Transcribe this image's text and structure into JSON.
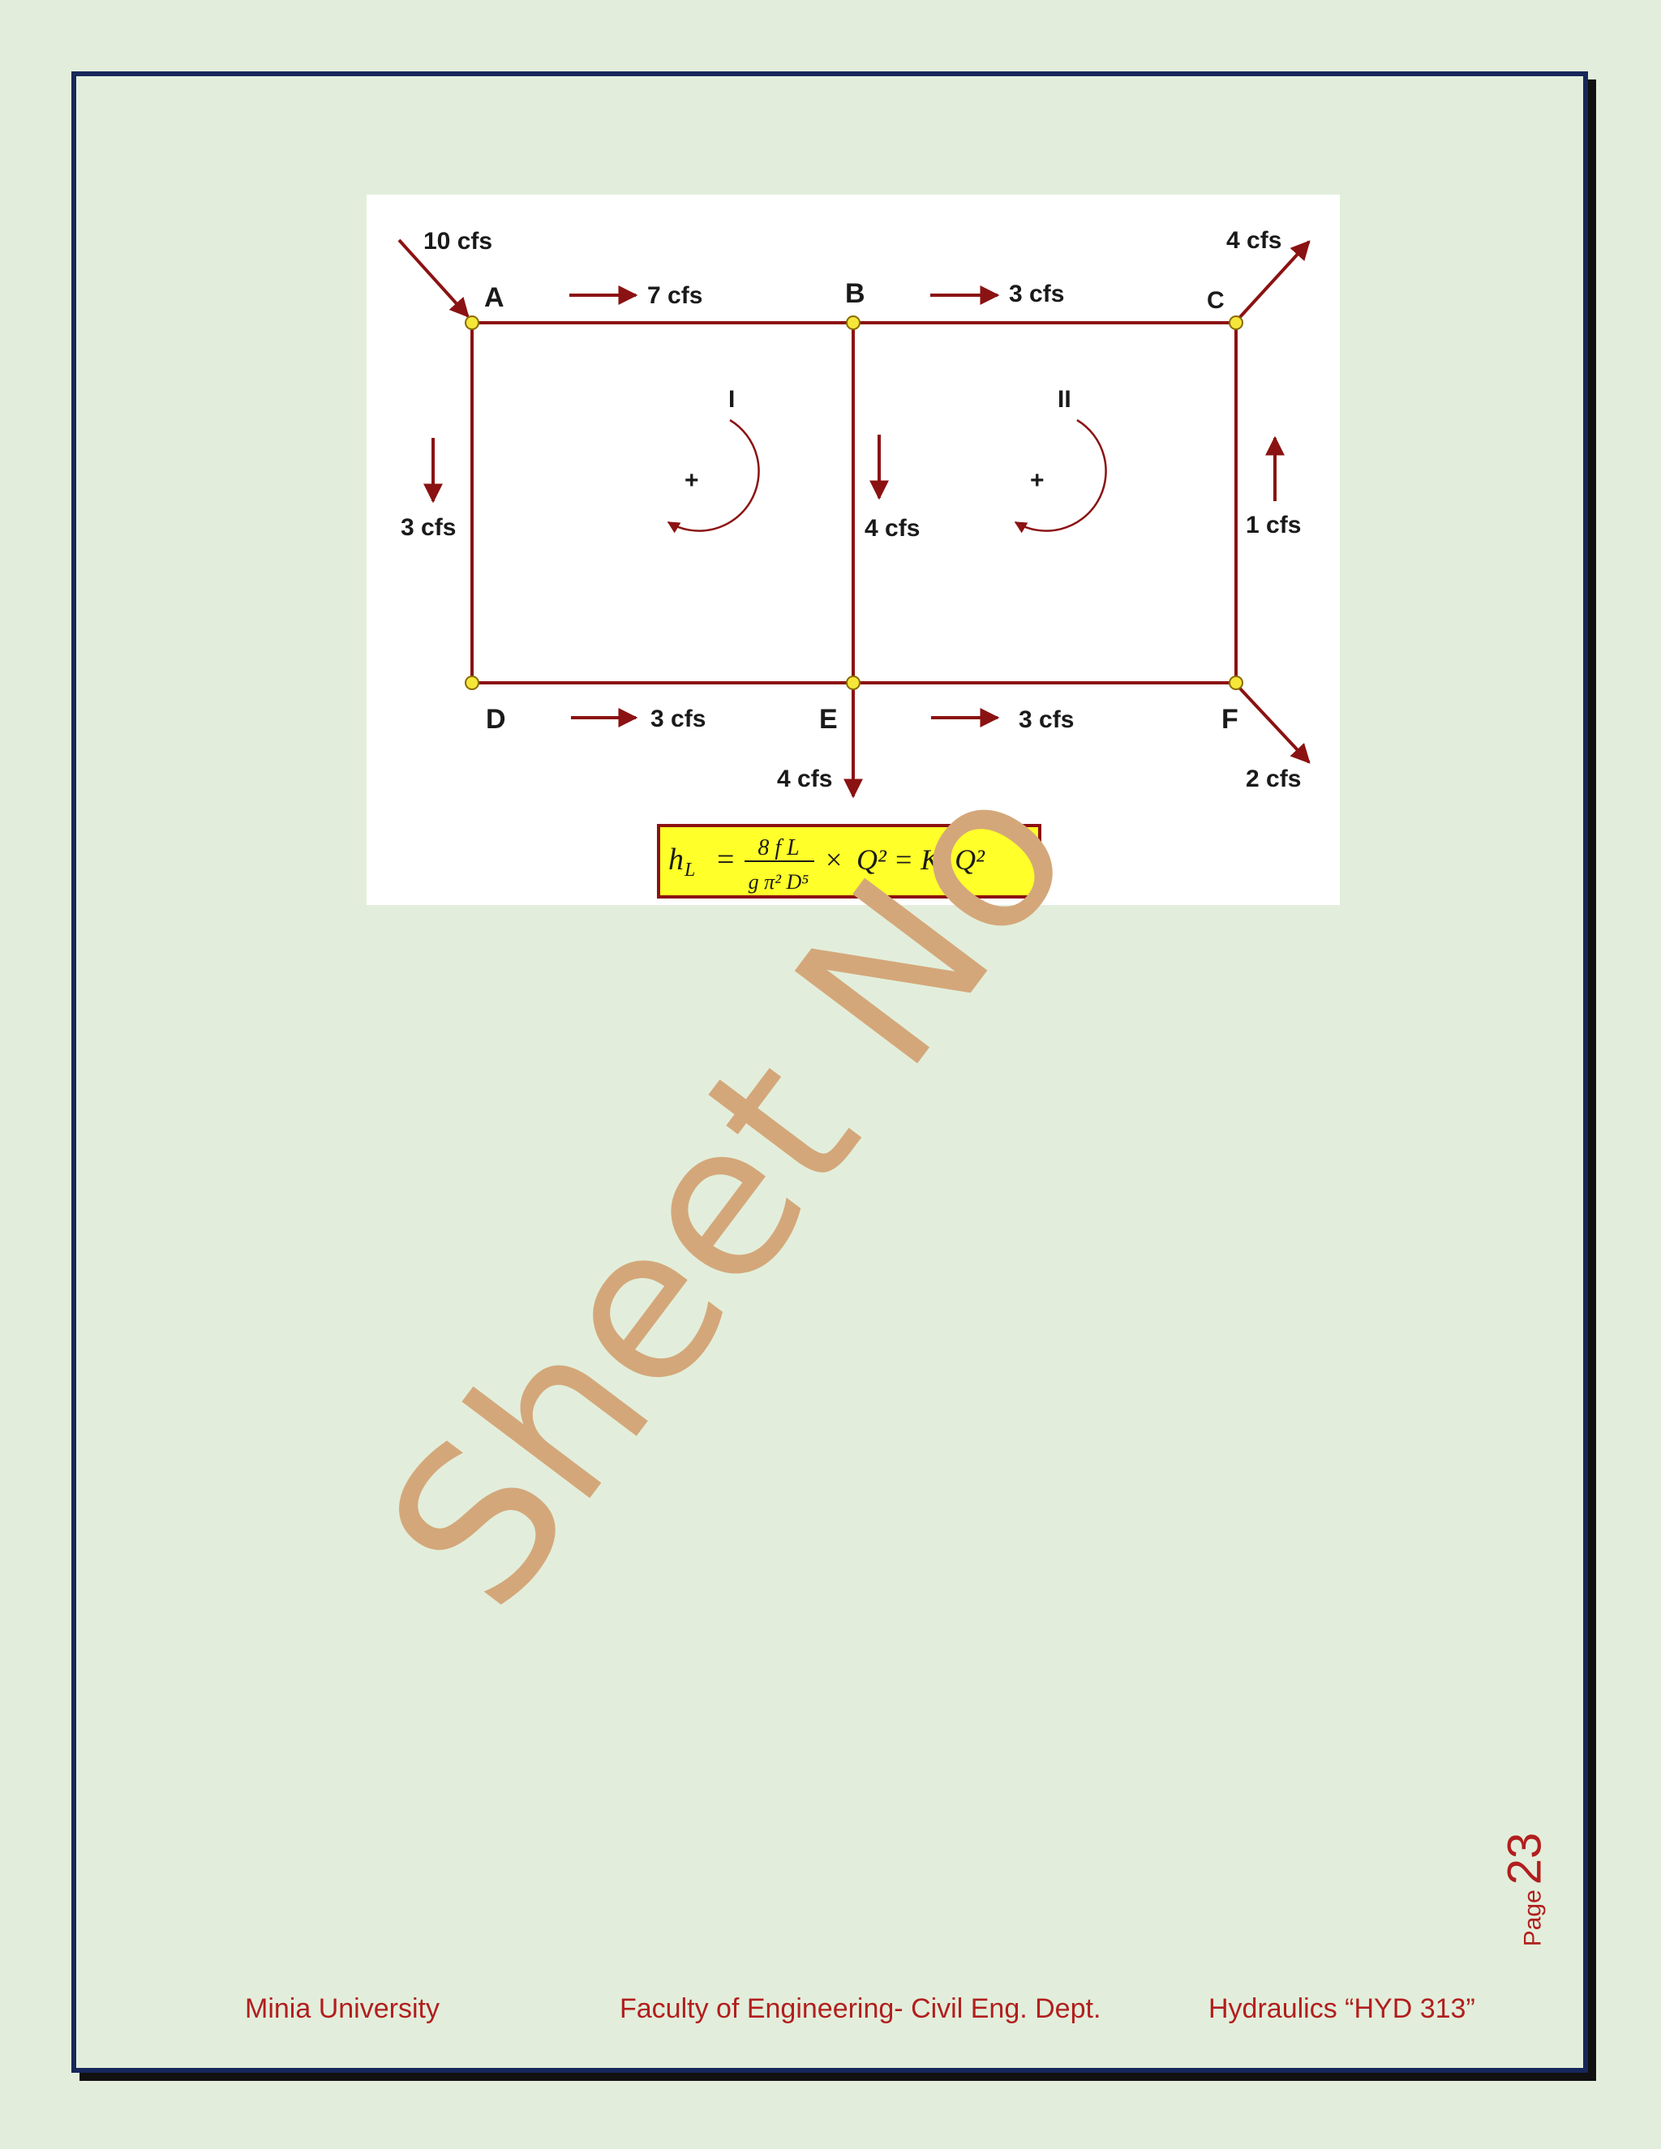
{
  "figure": {
    "nodes": {
      "A": "A",
      "B": "B",
      "C": "C",
      "D": "D",
      "E": "E",
      "F": "F"
    },
    "flows": {
      "inflow_a": "10 cfs",
      "ab": "7 cfs",
      "bc": "3 cfs",
      "outflow_c": "4 cfs",
      "ad": "3 cfs",
      "be": "4 cfs",
      "fc": "1 cfs",
      "de": "3 cfs",
      "ef": "3 cfs",
      "outflow_e": "4 cfs",
      "outflow_f": "2 cfs"
    },
    "loops": {
      "loop1_label": "I",
      "loop1_sign": "+",
      "loop2_label": "II",
      "loop2_sign": "+"
    },
    "formula": {
      "lhs": "h",
      "lhs_sub": "L",
      "equals": "=",
      "numerator": "8 f L",
      "denominator": "g π² D⁵",
      "times": "×",
      "q_squared": "Q² = K· Q²"
    },
    "colors": {
      "pipe": "#8b1212",
      "node": "#f5e63a",
      "formula_bg": "#ffff2a"
    }
  },
  "watermark": "Sheet No",
  "page_number": {
    "word": "Page",
    "number": "23"
  },
  "footer": {
    "left": "Minia University",
    "center": "Faculty of Engineering- Civil Eng.  Dept.",
    "right": "Hydraulics “HYD 313”"
  }
}
